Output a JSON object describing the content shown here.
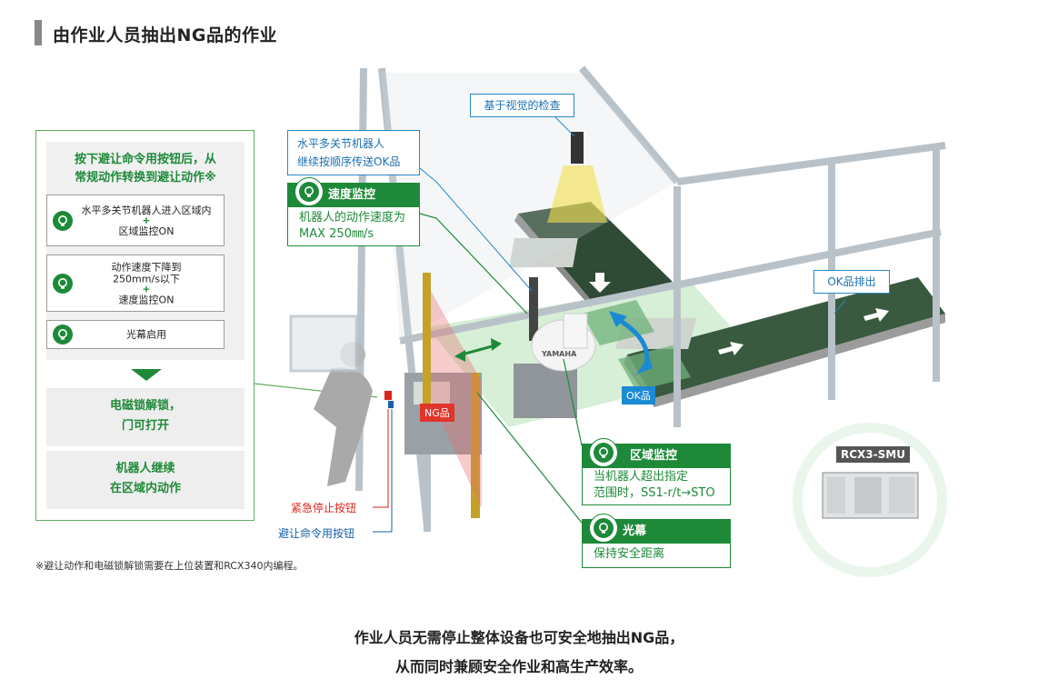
{
  "page_title": "由作业人员抽出NG品的作业",
  "left_panel": {
    "header": "按下避让命令用按钮后，从常规动作转换到避让动作※",
    "header_line1": "按下避让命令用按钮后，从",
    "header_line2": "常规动作转换到避让动作※",
    "steps": [
      {
        "line1": "水平多关节机器人进入区域内",
        "plus": "+",
        "line2": "区域监控ON"
      },
      {
        "line1": "动作速度下降到",
        "line1b": "250mm/s以下",
        "plus": "+",
        "line2": "速度监控ON"
      },
      {
        "line1": "光幕启用"
      }
    ],
    "result1_line1": "电磁锁解锁，",
    "result1_line2": "门可打开",
    "result2_line1": "机器人继续",
    "result2_line2": "在区域内动作"
  },
  "callouts": {
    "vision": "基于视觉的检查",
    "robot_line1": "水平多关节机器人",
    "robot_line2": "继续按顺序传送OK品",
    "ok_eject": "OK品排出",
    "speed": {
      "title": "速度监控",
      "line1": "机器人的动作速度为",
      "line2": "MAX 250㎜/s"
    },
    "zone": {
      "title": "区域监控",
      "line1": "当机器人超出指定",
      "line2": "范围时，SS1-r/t→STO"
    },
    "light": {
      "title": "光幕",
      "line1": "保持安全距离"
    }
  },
  "badges": {
    "ng": "NG品",
    "ok": "OK品",
    "yamaha": "YAMAHA"
  },
  "labels": {
    "estop": "紧急停止按钮",
    "avoid": "避让命令用按钮",
    "controller": "RCX3-SMU"
  },
  "footnote": "※避让动作和电磁锁解锁需要在上位装置和RCX340内编程。",
  "summary_line1": "作业人员无需停止整体设备也可安全地抽出NG品，",
  "summary_line2": "从而同时兼顾安全作业和高生产效率。",
  "colors": {
    "green": "#1e8a39",
    "blue": "#2a88c8",
    "red": "#e0352b",
    "gray": "#f1f1f1"
  }
}
